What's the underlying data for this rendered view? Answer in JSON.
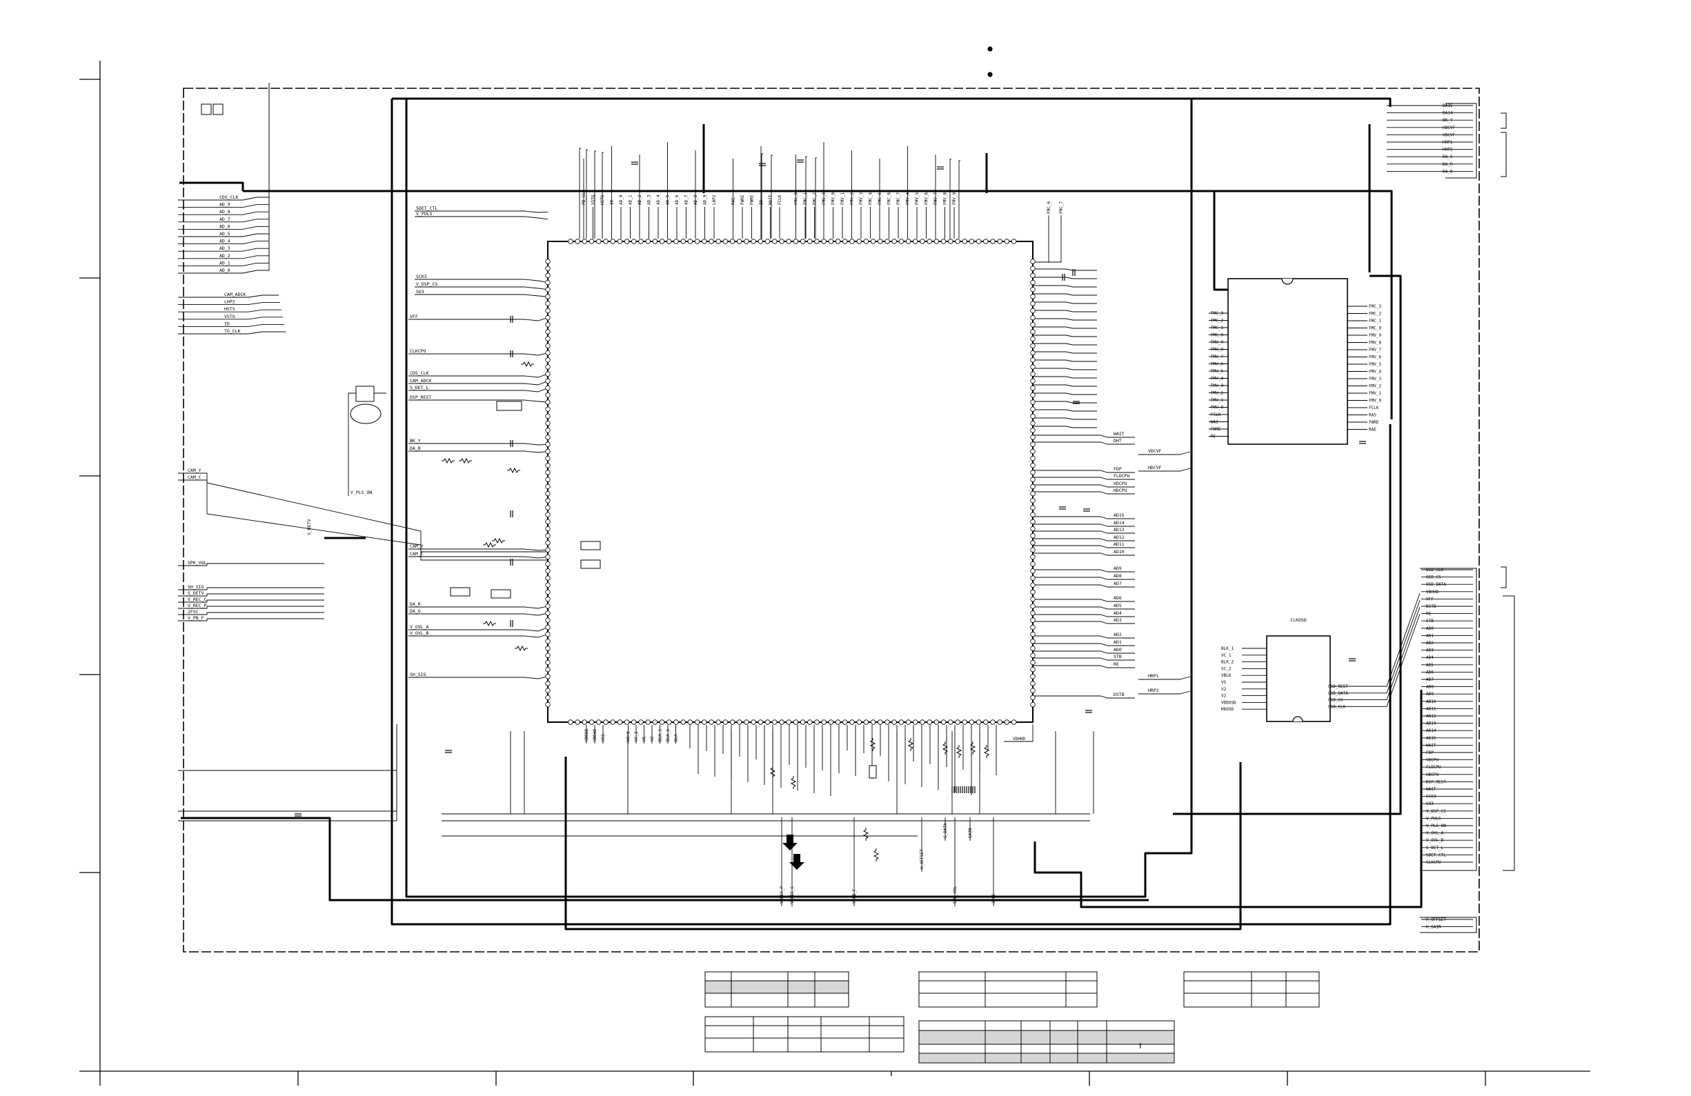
{
  "colors": {
    "ink": "#000000",
    "paper": "#ffffff",
    "table_shade": "#d6d6d6"
  },
  "main_ic": {
    "part": "",
    "ref": ""
  },
  "left_inputs": {
    "top_group": [
      "CDS_CLK",
      "AD_9",
      "AD_8",
      "AD_7",
      "AD_6",
      "AD_5",
      "AD_4",
      "AD_3",
      "AD_2",
      "AD_1",
      "AD_0"
    ],
    "mid_group": [
      "CAM_ADCK",
      "LHP2",
      "HSTS",
      "VSTG",
      "ID",
      "TG_CLK"
    ],
    "cam_lines": [
      "CAM_Y",
      "CAM_C"
    ],
    "sen_lines": [
      "SPK_VOL",
      "SH_SIG",
      "S_DETV",
      "V_REC_C",
      "V_REC_P",
      "2FSC",
      "V_PB_F"
    ]
  },
  "inner_left_labels": [
    "SDET_CTL",
    "V_PULS",
    "SCK3",
    "V_DSP_CS",
    "SO3",
    "VFF",
    "CLKCPU",
    "CDS_CLK",
    "CAM_ADCK",
    "S_DET_L",
    "DSP_REST",
    "BK_Y",
    "DA_B",
    "V_PLS_ON",
    "S_DETV",
    "CAM_Y",
    "CAM_C",
    "DA_R",
    "DA_G",
    "V_OVL_A",
    "V_OVL_B",
    "SH_SIG"
  ],
  "top_pin_labels": [
    "PB_CLK",
    "VSTG",
    "HSTG",
    "ID",
    "AD_0",
    "AD_1",
    "AD_2",
    "AD_3",
    "AD_4",
    "AD_5",
    "AD_6",
    "AD_7",
    "AD_8",
    "AD_9",
    "LHP2",
    "RAE",
    "FWRE",
    "FWRE",
    "ID",
    "WAIT",
    "FCLK",
    "FMC_0",
    "FMC_1",
    "FMC_2",
    "FMC_3",
    "FMV_0",
    "FMV_1",
    "FMV_2",
    "FMV_3",
    "FMC_4",
    "FMC_5",
    "FMC_6",
    "FMC_7",
    "FMV_4",
    "FMV_5",
    "FMV_6",
    "FMV_7",
    "FMV_8",
    "FMV_9"
  ],
  "right_pin_labels": [
    "WAIT",
    "DHT",
    "FDP",
    "FLDCPU",
    "VDCPU",
    "HDCPU",
    "AD15",
    "AD14",
    "AD13",
    "AD12",
    "AD11",
    "AD10",
    "AD9",
    "AD8",
    "AD7",
    "AD6",
    "AD5",
    "AD4",
    "AD3",
    "AD2",
    "AD1",
    "AD0",
    "STB",
    "RE",
    "DSTB"
  ],
  "right_mid_labels": [
    "VDCVF",
    "HDCVF",
    "HRP1",
    "HRP2"
  ],
  "bottom_pin_labels": [
    "VDDBB",
    "VDDAD",
    "VSS",
    "VC_1",
    "VC_2",
    "VS",
    "V2",
    "BLK_1",
    "BLK_2",
    "BLK",
    "VDHHD"
  ],
  "bottom_outputs": [
    "V_REC_P",
    "V_REC_C",
    "V_PB_F",
    "H_OFFSET",
    "G_DATA",
    "GAIN",
    "SPK_VOL",
    "2FSC"
  ],
  "memory_ic": {
    "left_pins": [
      "TMC_3",
      "TMC_2",
      "TMC_1",
      "TMC_0",
      "TMV_9",
      "TMV_8",
      "TMV_7",
      "TMV_6",
      "TMV_5",
      "TMV_4",
      "TMV_3",
      "TMV_2",
      "TMV_1",
      "TMV_0",
      "FCLK",
      "WAI",
      "FWRE",
      "RE"
    ],
    "right_pins": [
      "FMC_3",
      "FMC_2",
      "FMC_1",
      "FMC_0",
      "FMV_9",
      "FMV_8",
      "FMV_7",
      "FMV_6",
      "FMV_5",
      "FMV_4",
      "FMV_3",
      "FMV_2",
      "FMV_1",
      "FMV_0",
      "FCLK",
      "RAS",
      "FWRE",
      "RAE"
    ]
  },
  "osd_ic": {
    "title": "CLKOSD",
    "left_pins": [
      "BLK_1",
      "VC_1",
      "BLK_2",
      "VC_2",
      "VBLK",
      "VS",
      "V2",
      "V2",
      "VDDOSD",
      "HDOSD"
    ],
    "right_pins": [
      "OSD_REST",
      "OSD_DATA",
      "OSD_CS",
      "OSD_CLK"
    ]
  },
  "right_top_connector": [
    "DA15",
    "DA14",
    "BK_Y",
    "HDCVF",
    "VDCVF",
    "HRP1",
    "HRP2",
    "DA_G",
    "DA_R",
    "DA_B"
  ],
  "right_bottom_connector": [
    "OSD_CLK",
    "OSD_CS",
    "OSD_DATA",
    "VDHHD",
    "VFF",
    "DSTB",
    "RE",
    "STB",
    "AD0",
    "AD1",
    "AD2",
    "AD3",
    "AD4",
    "AD5",
    "AD6",
    "AD7",
    "AD8",
    "AD9",
    "AD10",
    "AD11",
    "AD12",
    "AD13",
    "AD14",
    "AD15",
    "WAIT",
    "FDP",
    "VDCPU",
    "FLDCPU",
    "HDCPU",
    "DSP_REST",
    "WAIT",
    "SCK3",
    "SO3",
    "V_DSP_CS",
    "V_PULS",
    "V_PLS_ON",
    "V_OVL_A",
    "V_OVL_B",
    "S_DET_L",
    "SDET_CTL",
    "CLKCPU"
  ],
  "right_bottom_extra": [
    "H_OFFSET",
    "H_GAIN"
  ],
  "tables": {
    "arrow_glyph": "↑"
  }
}
